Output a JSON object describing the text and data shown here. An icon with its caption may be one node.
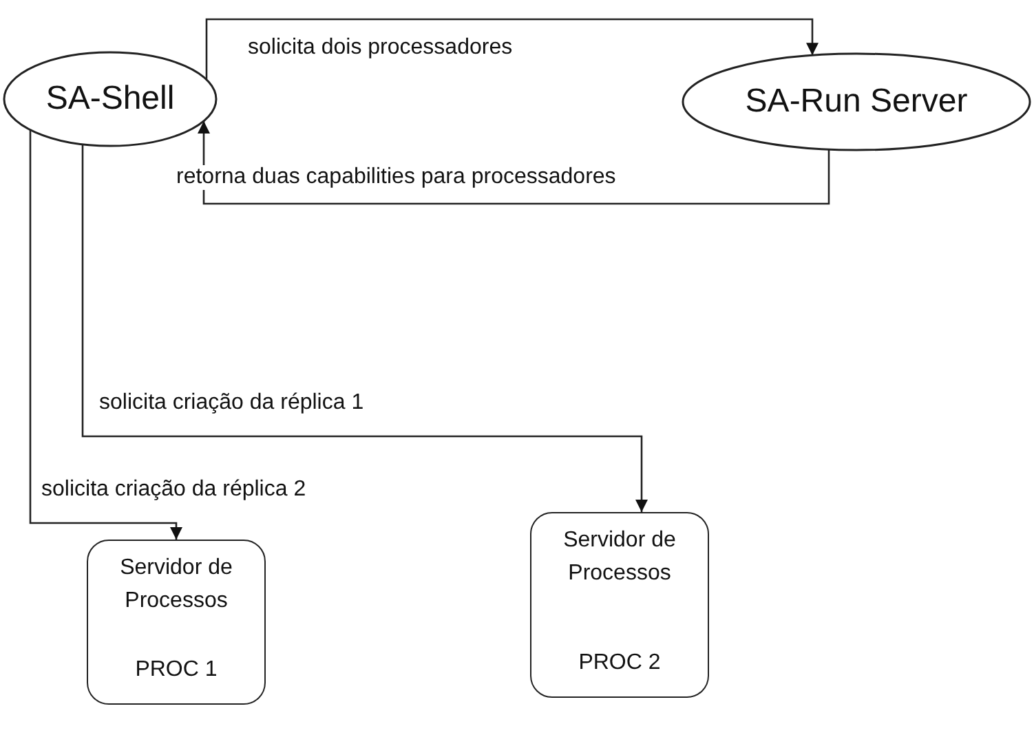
{
  "diagram": {
    "nodes": [
      {
        "text": [
          "SA-Shell"
        ]
      },
      {
        "text": [
          "SA-Run Server"
        ]
      },
      {
        "text": [
          "Servidor de Processos",
          "PROC 1"
        ]
      },
      {
        "text": [
          "Servidor de Processos",
          "PROC 2"
        ]
      }
    ],
    "edges": [
      {
        "from": 0,
        "to": 1,
        "arrow": "to",
        "label": "solicita dois processadores"
      },
      {
        "from": 1,
        "to": 0,
        "arrow": "to",
        "label": "retorna duas capabilities para processadores"
      },
      {
        "from": 0,
        "to": 3,
        "arrow": "to",
        "label": "solicita criação da réplica 1"
      },
      {
        "from": 0,
        "to": 2,
        "arrow": "to",
        "label": "solicita criação da réplica 2"
      }
    ]
  }
}
